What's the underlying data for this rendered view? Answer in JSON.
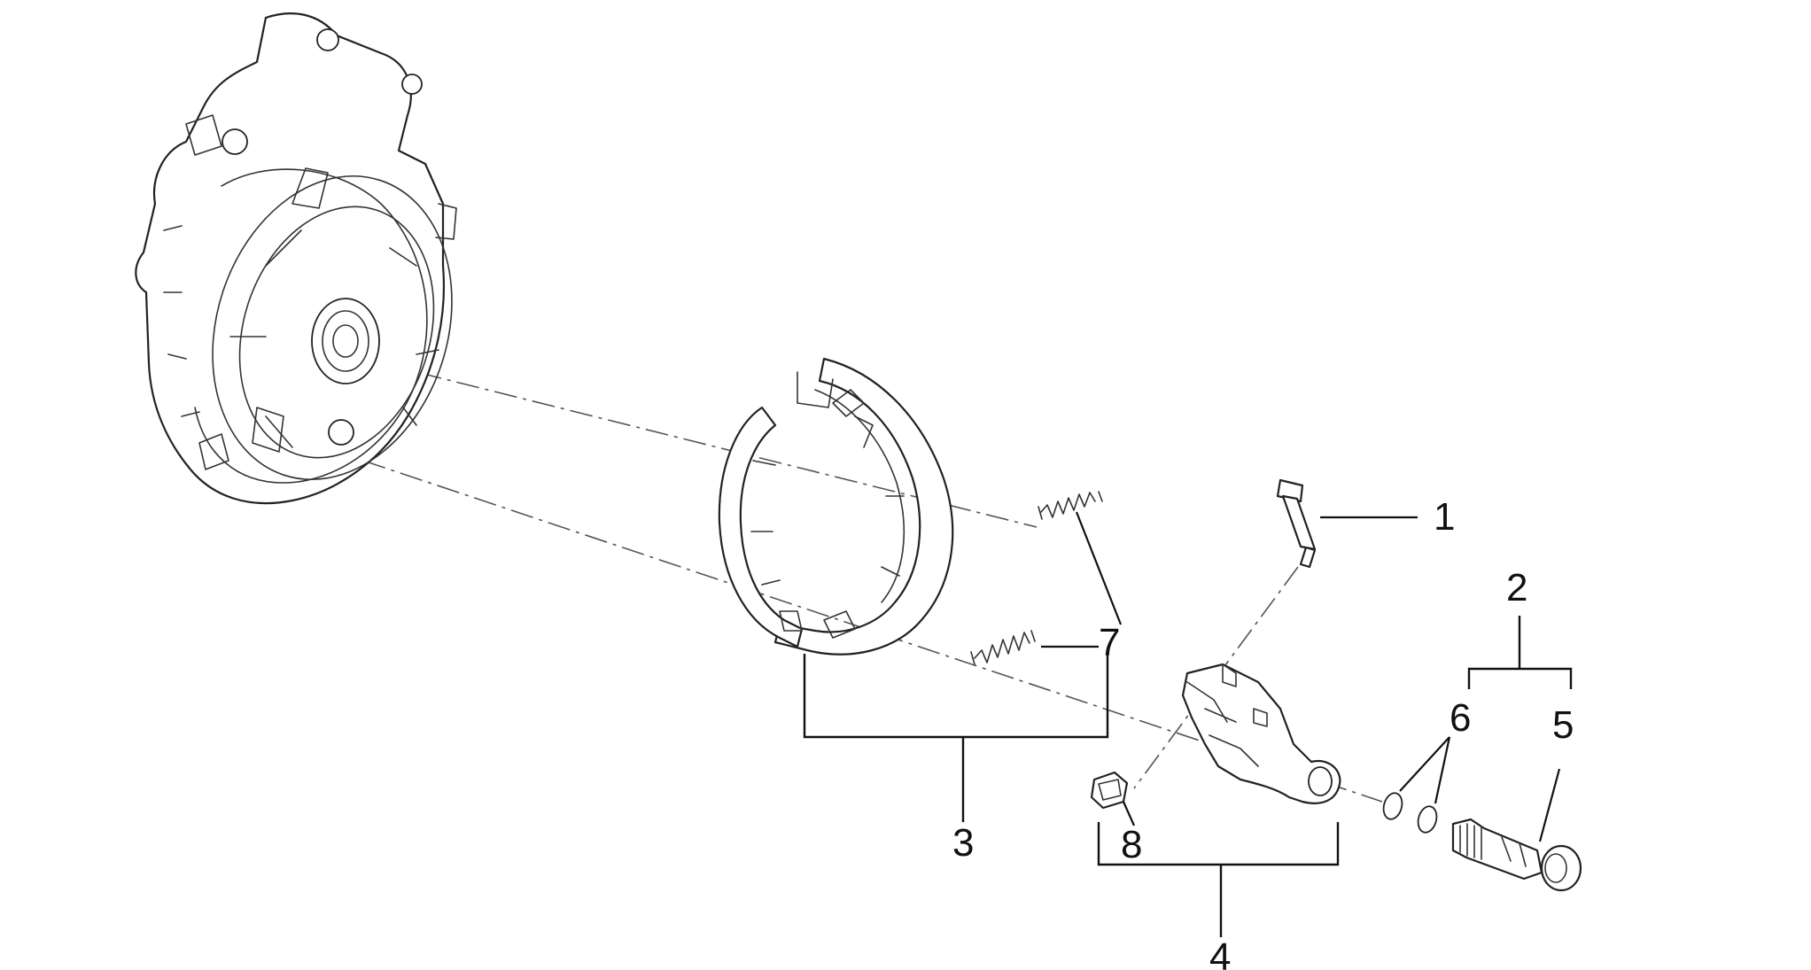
{
  "diagram": {
    "callouts": {
      "c1": "1",
      "c2": "2",
      "c3": "3",
      "c4": "4",
      "c5": "5",
      "c6": "6",
      "c7": "7",
      "c8": "8"
    },
    "colors": {
      "line": "#222222",
      "background": "#ffffff",
      "axis_dash": "#555555"
    }
  }
}
